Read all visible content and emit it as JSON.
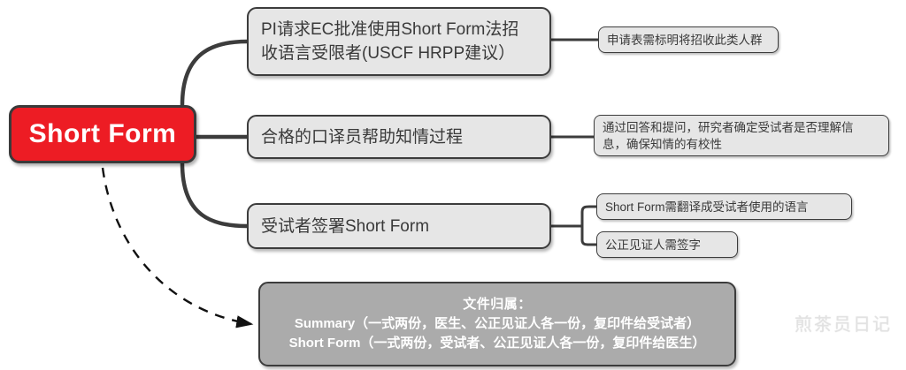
{
  "diagram": {
    "type": "mindmap",
    "title": "Short Form",
    "colors": {
      "root_fill": "#ED1C24",
      "root_text": "#FFFFFF",
      "node_fill": "#E6E6E6",
      "node_text": "#3A3A3A",
      "node_border": "#3C3C3C",
      "summary_fill": "#ABABAB",
      "summary_text": "#FFFFFF",
      "background": "#FFFFFF"
    },
    "root": {
      "label": "Short Form"
    },
    "branches": [
      {
        "id": "branch-1",
        "label": "PI请求EC批准使用Short Form法招\n收语言受限者(USCF HRPP建议）",
        "notes": [
          {
            "id": "leaf-1",
            "label": "申请表需标明将招收此类人群"
          }
        ]
      },
      {
        "id": "branch-2",
        "label": "合格的口译员帮助知情过程",
        "notes": [
          {
            "id": "leaf-2",
            "label": "通过回答和提问，研究者确定受试者是否理解信\n息，确保知情的有校性"
          }
        ]
      },
      {
        "id": "branch-3",
        "label": "受试者签署Short Form",
        "notes": [
          {
            "id": "leaf-3",
            "label": "Short Form需翻译成受试者使用的语言"
          },
          {
            "id": "leaf-4",
            "label": "公正见证人需签字"
          }
        ]
      }
    ],
    "summary": {
      "title": "文件归属：",
      "lines": [
        "Summary（一式两份，医生、公正见证人各一份，复印件给受试者）",
        "Short Form（一式两份，受试者、公正见证人各一份，复印件给医生）"
      ]
    },
    "watermark": {
      "text": "煎茶员日记",
      "icon": "wechat-icon"
    }
  }
}
